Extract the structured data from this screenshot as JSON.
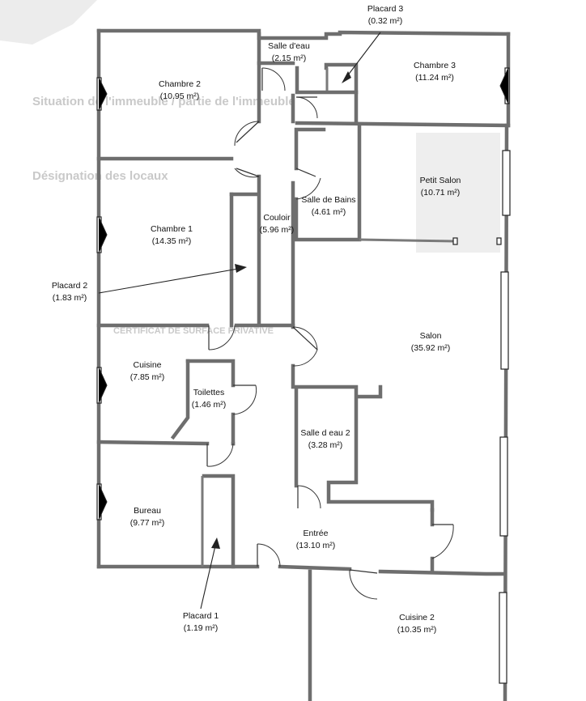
{
  "rooms": [
    {
      "name": "Chambre 2",
      "area": "(10.95 m²)"
    },
    {
      "name": "Salle d'eau",
      "area": "(2.15 m²)"
    },
    {
      "name": "Placard 3",
      "area": "(0.32 m²)"
    },
    {
      "name": "Chambre 3",
      "area": "(11.24 m²)"
    },
    {
      "name": "Petit Salon",
      "area": "(10.71 m²)"
    },
    {
      "name": "Salle de Bains",
      "area": "(4.61 m²)"
    },
    {
      "name": "Couloir",
      "area": "(5.96 m²)"
    },
    {
      "name": "Chambre 1",
      "area": "(14.35 m²)"
    },
    {
      "name": "Placard 2",
      "area": "(1.83 m²)"
    },
    {
      "name": "Salon",
      "area": "(35.92 m²)"
    },
    {
      "name": "Cuisine",
      "area": "(7.85 m²)"
    },
    {
      "name": "Toilettes",
      "area": "(1.46 m²)"
    },
    {
      "name": "Salle d eau 2",
      "area": "(3.28 m²)"
    },
    {
      "name": "Bureau",
      "area": "(9.77 m²)"
    },
    {
      "name": "Entrée",
      "area": "(13.10 m²)"
    },
    {
      "name": "Placard 1",
      "area": "(1.19 m²)"
    },
    {
      "name": "Cuisine 2",
      "area": "(10.35 m²)"
    }
  ],
  "background_text": [
    "Situation de l'immeuble / partie de l'immeuble",
    "Désignation des locaux",
    "CERTIFICAT DE SURFACE PRIVATIVE"
  ]
}
